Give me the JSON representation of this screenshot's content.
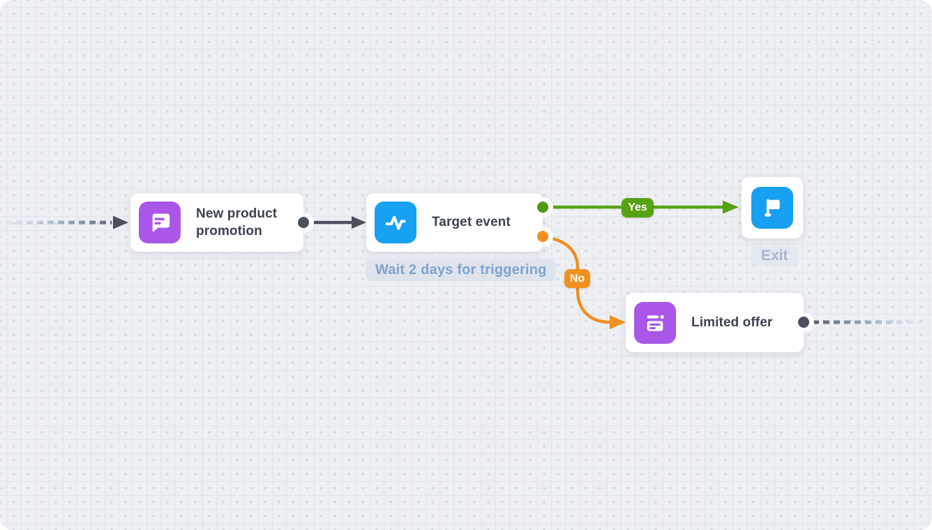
{
  "diagram": {
    "nodes": {
      "promo": {
        "title": "New product promotion",
        "icon": "chat-message-icon",
        "color": "#a956e9"
      },
      "target": {
        "title": "Target event",
        "icon": "pulse-icon",
        "color": "#18a0f2",
        "note": "Wait 2 days for triggering"
      },
      "exit": {
        "label": "Exit",
        "icon": "flag-icon",
        "color": "#18a0f2"
      },
      "offer": {
        "title": "Limited offer",
        "icon": "promo-ad-icon",
        "color": "#a956e9"
      }
    },
    "edges": {
      "yes": {
        "label": "Yes",
        "color": "#57a213"
      },
      "no": {
        "label": "No",
        "color": "#f0901e"
      },
      "arrow_color": "#4a505c"
    }
  }
}
